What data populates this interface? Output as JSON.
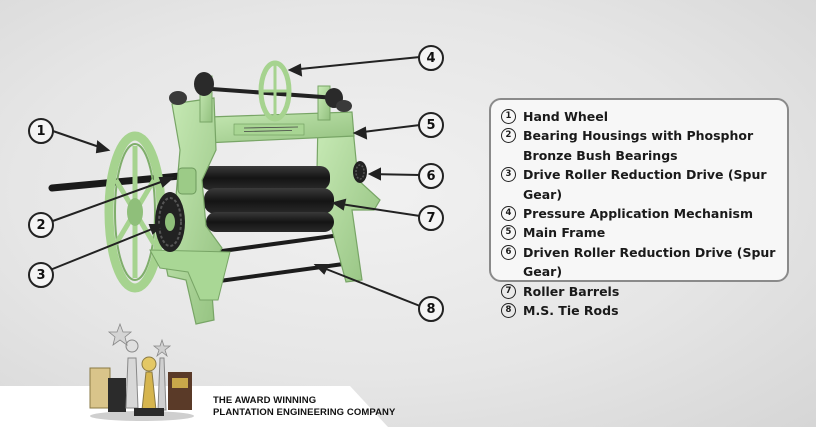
{
  "callouts": [
    "1",
    "2",
    "3",
    "4",
    "5",
    "6",
    "7",
    "8"
  ],
  "legend": {
    "items": [
      {
        "num": "1",
        "label": "Hand Wheel"
      },
      {
        "num": "2",
        "label": "Bearing Housings with Phosphor Bronze Bush Bearings"
      },
      {
        "num": "3",
        "label": "Drive Roller Reduction Drive (Spur Gear)"
      },
      {
        "num": "4",
        "label": "Pressure Application Mechanism"
      },
      {
        "num": "5",
        "label": "Main Frame"
      },
      {
        "num": "6",
        "label": "Driven Roller Reduction Drive (Spur Gear)"
      },
      {
        "num": "7",
        "label": "Roller Barrels"
      },
      {
        "num": "8",
        "label": "M.S. Tie Rods"
      }
    ]
  },
  "footer": {
    "line1": "THE AWARD WINNING",
    "line2": "PLANTATION ENGINEERING COMPANY"
  },
  "colors": {
    "frame_green": "#b8e0a3",
    "frame_dark": "#86b476",
    "roller": "#1b1b1b",
    "background": "#e6e6e6"
  }
}
